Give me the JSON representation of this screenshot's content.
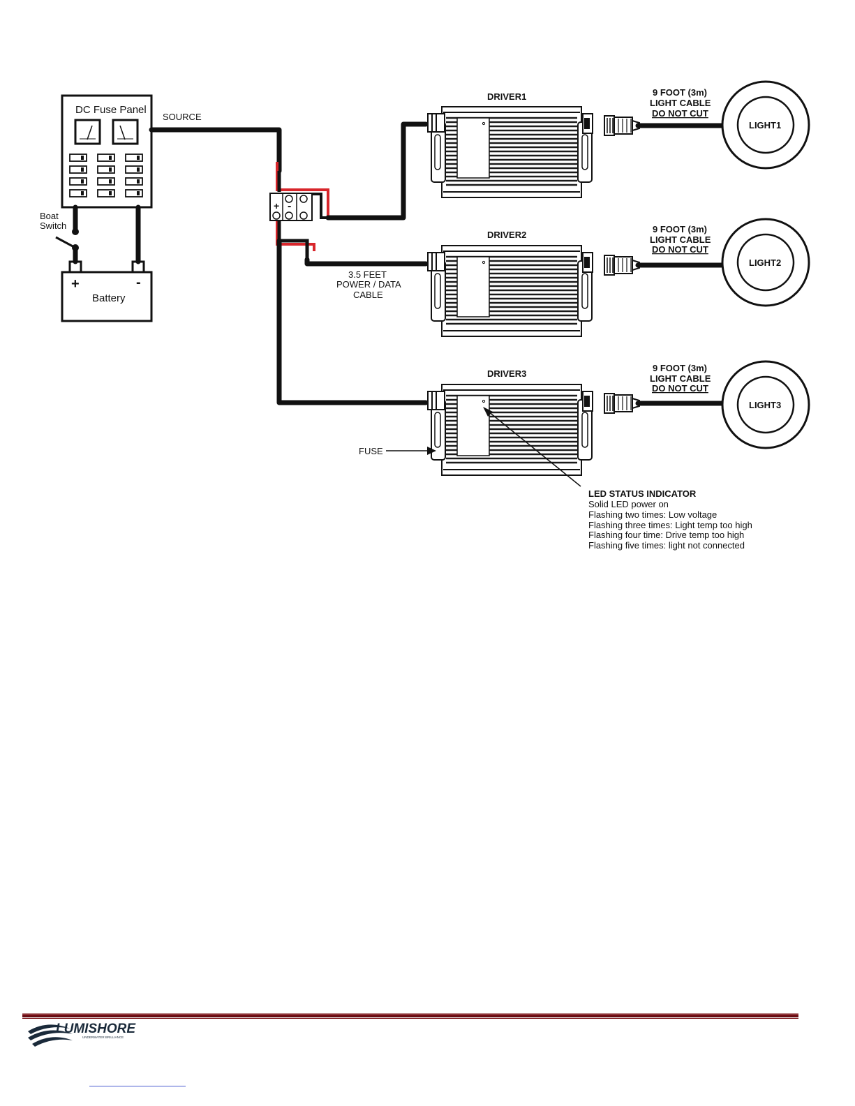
{
  "fuse_panel": {
    "title": "DC Fuse Panel",
    "source_label": "SOURCE"
  },
  "switch": {
    "label_line1": "Boat",
    "label_line2": "Switch"
  },
  "battery": {
    "label": "Battery",
    "plus": "+",
    "minus": "-"
  },
  "bus_bar": {
    "plus": "+",
    "minus": "-"
  },
  "power_cable": {
    "line1": "3.5 FEET",
    "line2": "POWER / DATA",
    "line3": "CABLE"
  },
  "drivers": [
    {
      "label": "DRIVER1"
    },
    {
      "label": "DRIVER2"
    },
    {
      "label": "DRIVER3"
    }
  ],
  "lights": [
    {
      "label": "LIGHT1",
      "cable_line1": "9 FOOT (3m)",
      "cable_line2": "LIGHT CABLE",
      "cable_line3": "DO NOT CUT"
    },
    {
      "label": "LIGHT2",
      "cable_line1": "9 FOOT (3m)",
      "cable_line2": "LIGHT CABLE",
      "cable_line3": "DO NOT CUT"
    },
    {
      "label": "LIGHT3",
      "cable_line1": "9 FOOT (3m)",
      "cable_line2": "LIGHT CABLE",
      "cable_line3": "DO NOT CUT"
    }
  ],
  "fuse_label": "FUSE",
  "led_status": {
    "title": "LED STATUS INDICATOR",
    "lines": [
      "Solid LED power on",
      "Flashing two times: Low voltage",
      "Flashing three times: Light temp too high",
      "Flashing four time: Drive temp too high",
      "Flashing five times: light not connected"
    ]
  },
  "footer": {
    "brand": "LUMISHORE",
    "tagline": "UNDERWATER BRILLIANCE",
    "brand_color": "#7a1016"
  }
}
